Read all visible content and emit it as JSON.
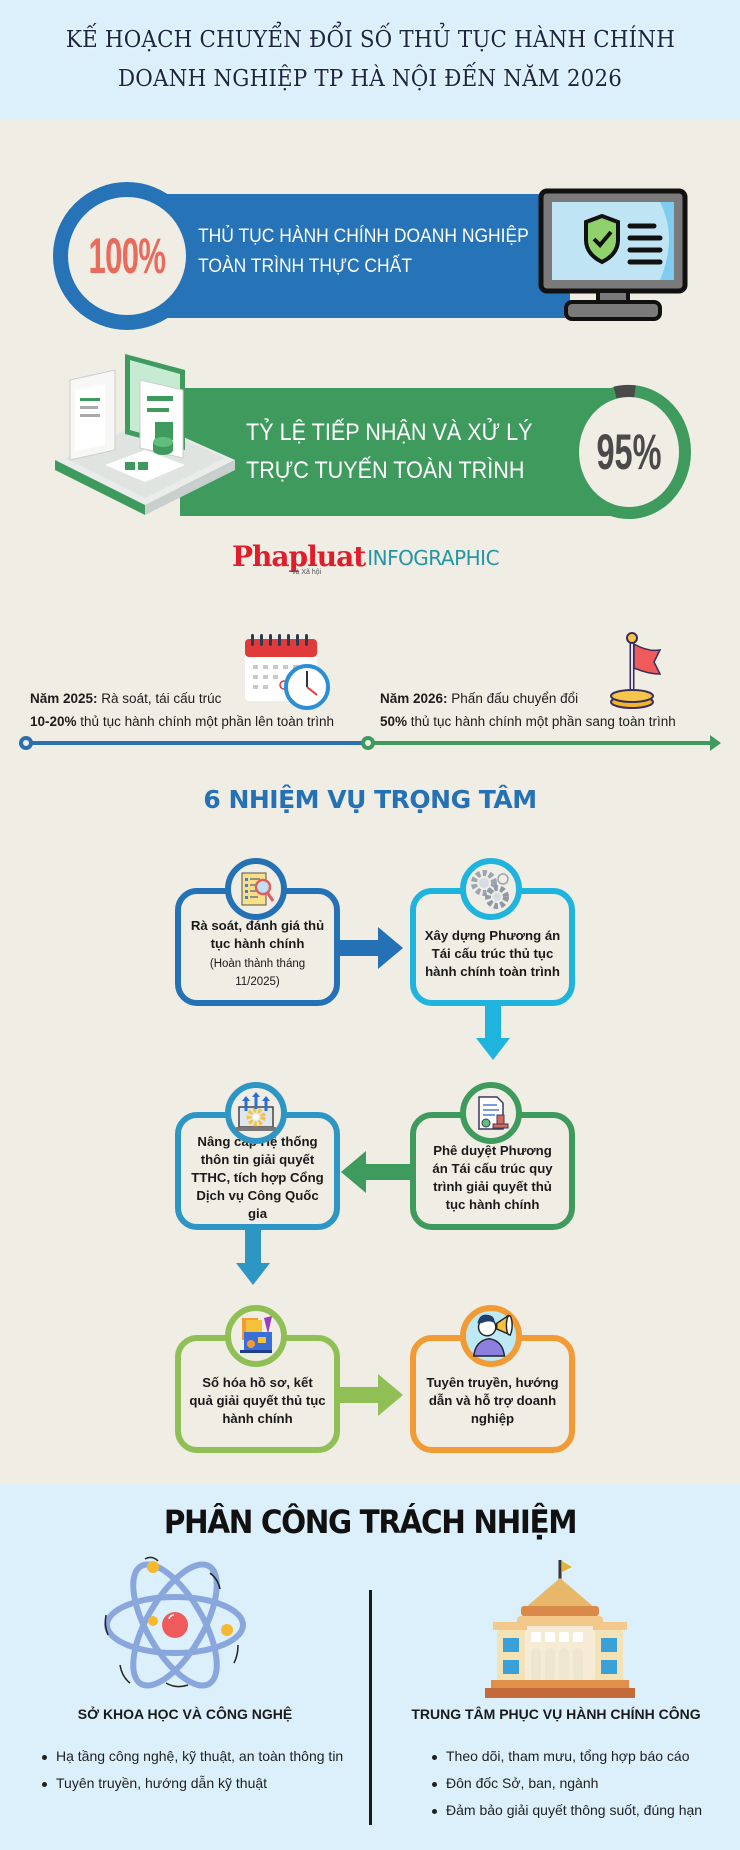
{
  "header": {
    "title_line1": "KẾ HOẠCH CHUYỂN ĐỔI SỐ THỦ TỤC HÀNH CHÍNH",
    "title_line2": "DOANH NGHIỆP TP HÀ NỘI ĐẾN NĂM 2026"
  },
  "stats": [
    {
      "value": "100%",
      "line1": "THỦ TỤC HÀNH CHÍNH DOANH NGHIỆP",
      "line2": "TOÀN TRÌNH THỰC CHẤT",
      "icon": "monitor-shield-icon",
      "color": "#2673b8"
    },
    {
      "value": "95%",
      "line1": "TỶ LỆ TIẾP NHẬN VÀ XỬ LÝ",
      "line2": "TRỰC TUYẾN TOÀN TRÌNH",
      "icon": "laptop-documents-icon",
      "color": "#3f9b5d"
    }
  ],
  "logo": {
    "brand": "Phapluat",
    "sub": "và Xã hội",
    "suffix": "INFOGRAPHIC"
  },
  "timeline": [
    {
      "year_label": "Năm 2025:",
      "desc": " Rà soát, tái cấu trúc",
      "highlight": "10-20%",
      "desc2": " thủ tục hành chính một phần lên toàn trình",
      "icon": "calendar-clock-icon",
      "color": "#2b6fae"
    },
    {
      "year_label": "Năm 2026:",
      "desc": " Phấn đấu chuyển đổi",
      "highlight": "50%",
      "desc2": " thủ tục hành chính một phần sang toàn trình",
      "icon": "flag-icon",
      "color": "#3f9b5d"
    }
  ],
  "tasks_section": {
    "title": "6 NHIỆM VỤ TRỌNG TÂM",
    "tasks": [
      {
        "title": "Rà soát, đánh giá thủ tục hành chính",
        "note": "(Hoàn thành tháng 11/2025)",
        "color": "#2571b5",
        "icon": "checklist-magnifier-icon"
      },
      {
        "title": "Xây dựng Phương án Tái cấu trúc thủ tục hành chính toàn trình",
        "note": "",
        "color": "#1fb4de",
        "icon": "gears-icon"
      },
      {
        "title": "Phê duyệt Phương án Tái cấu trúc quy trình giải quyết thủ tục hành chính",
        "note": "",
        "color": "#3f9b5d",
        "icon": "document-stamp-icon"
      },
      {
        "title": "Nâng cấp Hệ thống thôn tin giải quyết TTHC, tích hợp Cổng Dịch vụ Công Quốc gia",
        "note": "",
        "color": "#2e96c4",
        "icon": "laptop-gear-upgrade-icon"
      },
      {
        "title": "Số hóa hồ sơ, kết quả giải quyết thủ tục hành chính",
        "note": "",
        "color": "#8fbf55",
        "icon": "digitize-files-icon"
      },
      {
        "title": "Tuyên truyền, hướng dẫn và hỗ trợ doanh nghiệp",
        "note": "",
        "color": "#f29b34",
        "icon": "megaphone-person-icon"
      }
    ]
  },
  "responsibility": {
    "title": "PHÂN CÔNG TRÁCH NHIỆM",
    "columns": [
      {
        "heading": "SỞ KHOA HỌC VÀ CÔNG NGHỆ",
        "icon": "atom-icon",
        "items": [
          "Hạ tầng công nghệ, kỹ thuật, an toàn thông tin",
          "Tuyên truyền, hướng dẫn kỹ thuật"
        ]
      },
      {
        "heading": "TRUNG TÂM PHỤC VỤ HÀNH CHÍNH CÔNG",
        "icon": "government-building-icon",
        "items": [
          "Theo dõi, tham mưu, tổng hợp báo cáo",
          "Đôn đốc Sở, ban, ngành",
          "Đảm bảo giải quyết thông suốt, đúng hạn"
        ]
      }
    ]
  },
  "colors": {
    "cream_bg": "#f0ede4",
    "light_blue_bg": "#dcf0fb",
    "blue": "#2673b8",
    "green": "#3f9b5d",
    "coral": "#ea6a5c"
  }
}
